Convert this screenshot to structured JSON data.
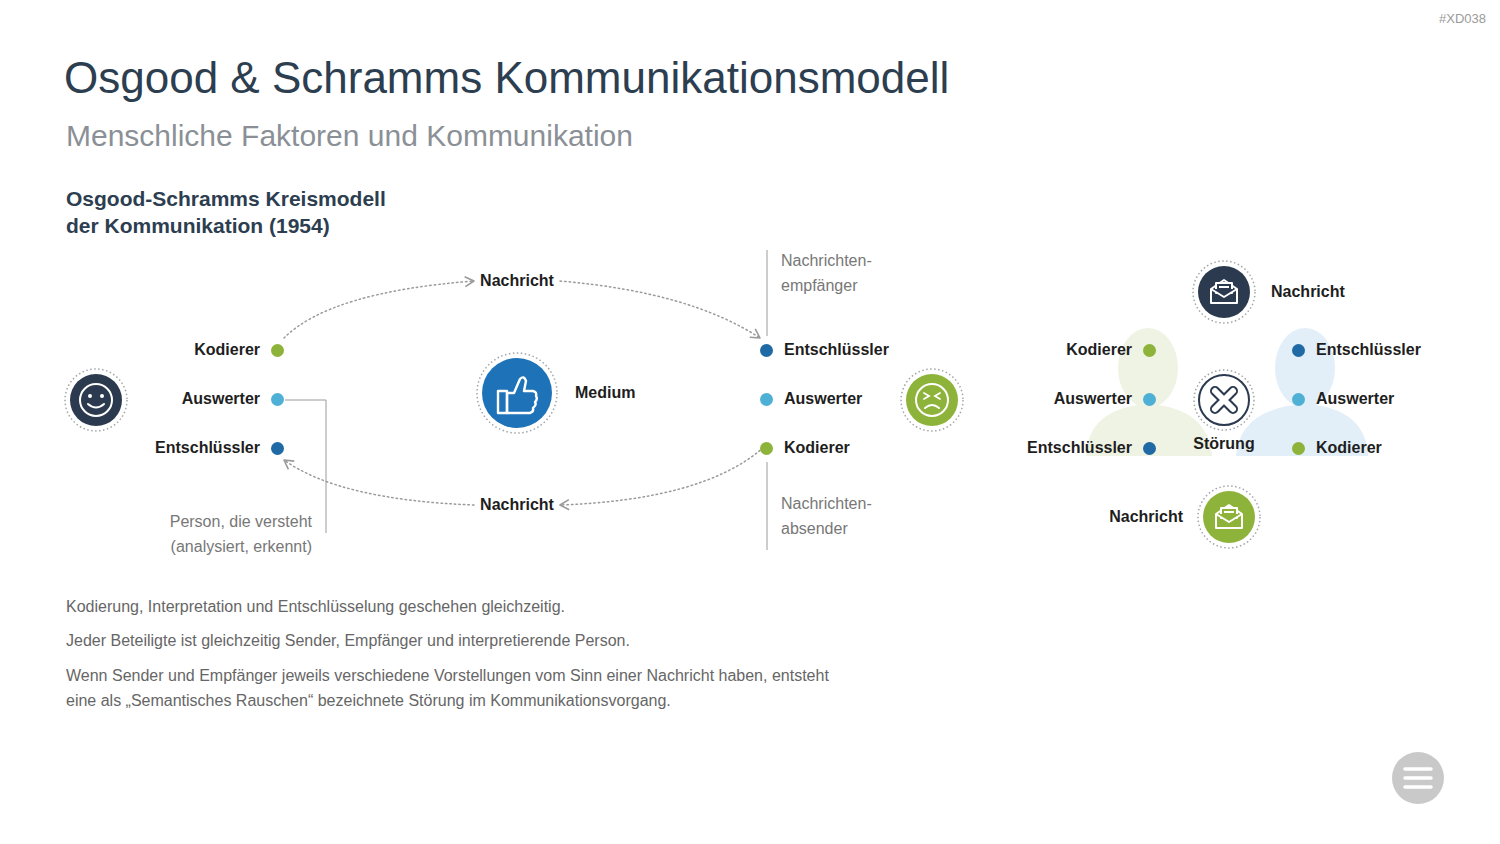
{
  "diagram": {
    "title": "Osgood & Schramms Kommunikationsmodell",
    "nodes": [
      {
        "text": [
          "Nachricht"
        ]
      },
      {
        "text": [
          "Kodierer"
        ]
      },
      {
        "text": [
          "Auswerter"
        ]
      },
      {
        "text": [
          "Entschlüssler"
        ]
      },
      {
        "text": [
          "Medium"
        ]
      },
      {
        "text": [
          "Entschlüssler"
        ]
      },
      {
        "text": [
          "Auswerter"
        ]
      },
      {
        "text": [
          "Kodierer"
        ]
      },
      {
        "text": [
          "Nachricht"
        ]
      },
      {
        "text": [
          "Nachricht"
        ]
      },
      {
        "text": [
          "Kodierer"
        ]
      },
      {
        "text": [
          "Auswerter"
        ]
      },
      {
        "text": [
          "Entschlüssler"
        ]
      },
      {
        "text": [
          "Störung"
        ]
      },
      {
        "text": [
          "Entschlüssler"
        ]
      },
      {
        "text": [
          "Auswerter"
        ]
      },
      {
        "text": [
          "Kodierer"
        ]
      },
      {
        "text": [
          "Nachricht"
        ]
      }
    ],
    "edges": [
      {
        "from": 1,
        "to": 0,
        "arrow": "to"
      },
      {
        "from": 0,
        "to": 5,
        "arrow": "to"
      },
      {
        "from": 7,
        "to": 8,
        "arrow": "to"
      },
      {
        "from": 8,
        "to": 3,
        "arrow": "to"
      }
    ],
    "labels": [
      "#XD038",
      "Menschliche Faktoren und Kommunikation",
      "Osgood-Schramms Kreismodell der Kommunikation (1954)",
      "Nachrichten- empfänger",
      "Nachrichten- absender",
      "Person, die versteht (analysiert, erkennt)",
      "Kodierung, Interpretation und Entschlüsselung geschehen gleichzeitig.",
      "Jeder Beteiligte ist gleichzeitig Sender, Empfänger und interpretierende Person.",
      "Wenn Sender und Empfänger jeweils verschiedene Vorstellungen vom Sinn einer Nachricht haben, entsteht eine als „Semantisches Rauschen“ bezeichnete Störung im Kommunikationsvorgang."
    ]
  }
}
